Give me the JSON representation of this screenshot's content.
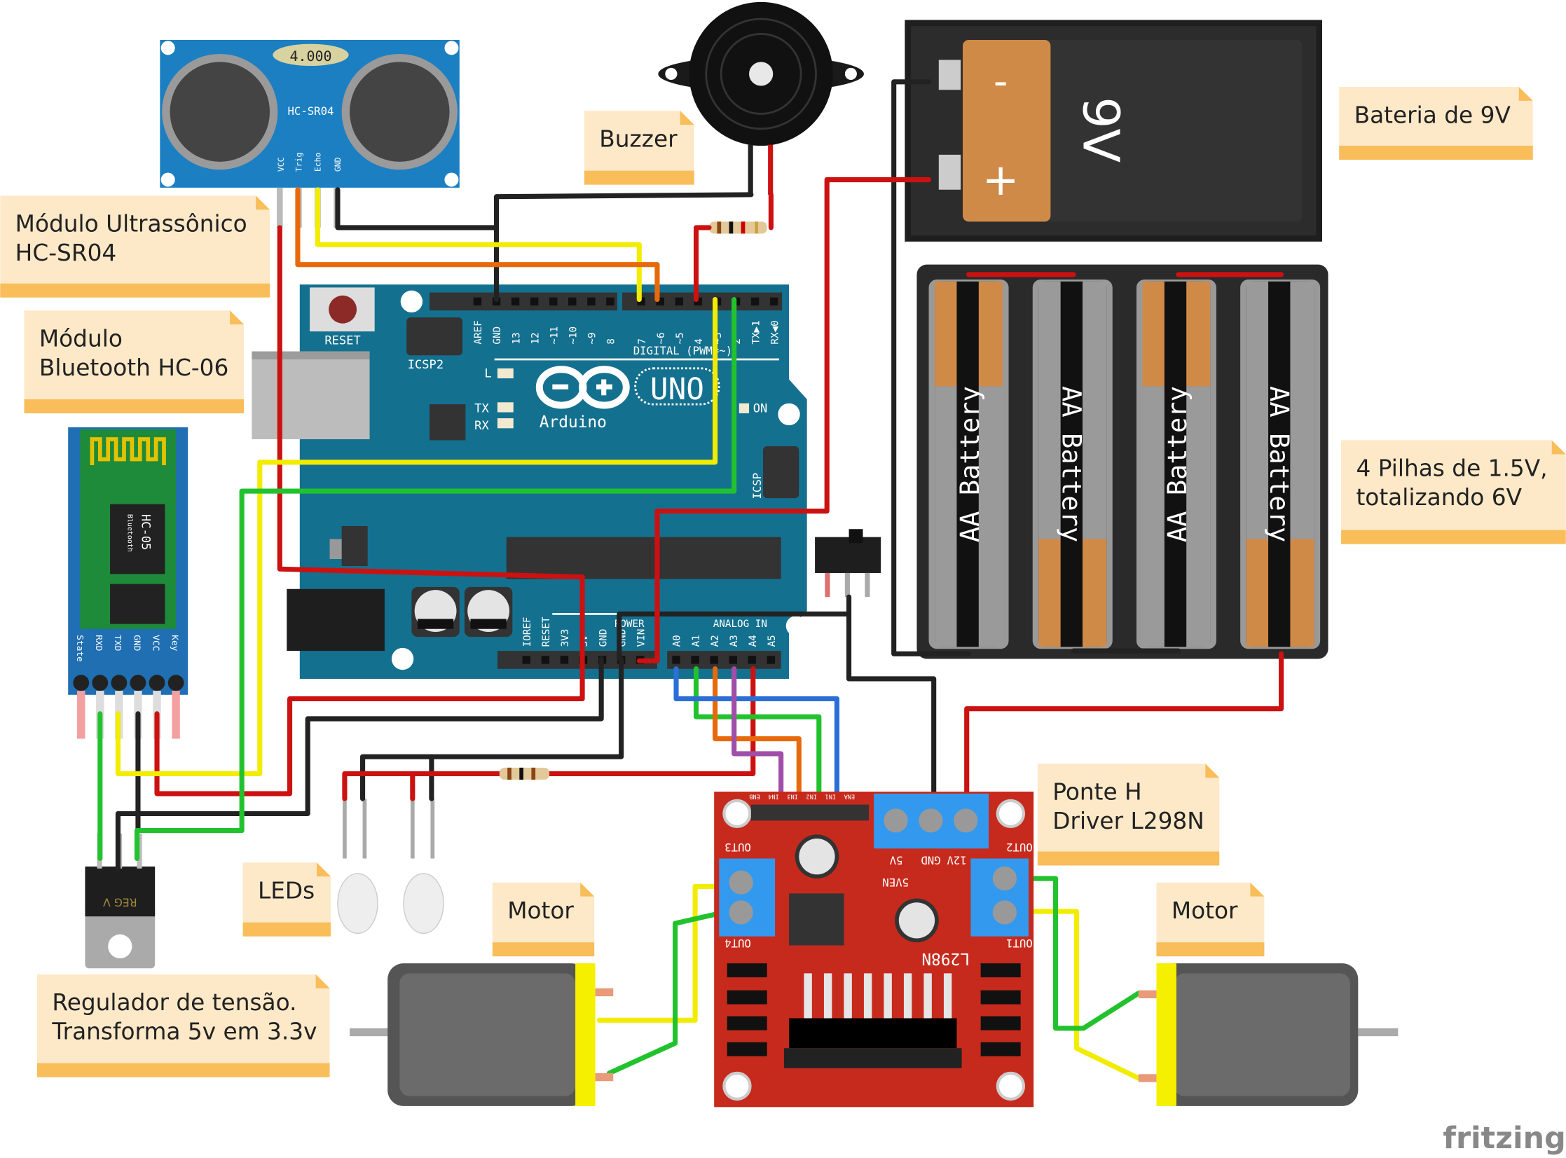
{
  "notes": {
    "ultrasonic": [
      "Módulo Ultrassônico",
      "HC-SR04"
    ],
    "bluetooth": [
      "Módulo",
      "Bluetooth HC-06"
    ],
    "buzzer": "Buzzer",
    "battery9v": "Bateria de 9V",
    "aa_pack": [
      "4 Pilhas de 1.5V,",
      "totalizando 6V"
    ],
    "hbridge": [
      "Ponte H",
      "Driver L298N"
    ],
    "leds": "LEDs",
    "motor_left": "Motor",
    "motor_right": "Motor",
    "regulator": [
      "Regulador de tensão.",
      "Transforma 5v em 3.3v"
    ]
  },
  "components": {
    "hcsr04": {
      "label": "HC-SR04",
      "crystal": "4.000",
      "pins": [
        "VCC",
        "Trig",
        "Echo",
        "GND"
      ]
    },
    "hc05": {
      "label": "HC-05",
      "sublabel": "Bluetooth",
      "pins": [
        "State",
        "RXD",
        "TXD",
        "GND",
        "VCC",
        "Key"
      ]
    },
    "regulator": {
      "label": "REG V"
    },
    "arduino": {
      "brand": "Arduino",
      "model": "UNO",
      "reset": "RESET",
      "icsp2": "ICSP2",
      "icsp": "ICSP",
      "digital": "DIGITAL (PWM=~)",
      "power": "POWER",
      "analog": "ANALOG IN",
      "on": "ON",
      "led_l": "L",
      "led_tx": "TX",
      "led_rx": "RX",
      "digital_pins": [
        "AREF",
        "GND",
        "13",
        "12",
        "~11",
        "~10",
        "~9",
        "8",
        "7",
        "~6",
        "~5",
        "4",
        "~3",
        "2",
        "TX▶1",
        "RX◀0"
      ],
      "power_pins": [
        "IOREF",
        "RESET",
        "3V3",
        "5V",
        "GND",
        "GND",
        "VIN"
      ],
      "analog_pins": [
        "A0",
        "A1",
        "A2",
        "A3",
        "A4",
        "A5"
      ]
    },
    "battery9v": {
      "label": "9V",
      "minus": "-",
      "plus": "+"
    },
    "aa_cells": [
      {
        "label": "AA Battery",
        "orientation": "up"
      },
      {
        "label": "AA Battery",
        "orientation": "down"
      },
      {
        "label": "AA Battery",
        "orientation": "up"
      },
      {
        "label": "AA Battery",
        "orientation": "down"
      }
    ],
    "l298n": {
      "chip": "L298N",
      "out1": "OUT1",
      "out2": "OUT2",
      "out3": "OUT3",
      "out4": "OUT4",
      "power_labels": [
        "12V",
        "GND",
        "5V"
      ],
      "header": [
        "ENA",
        "IN1",
        "IN2",
        "IN3",
        "IN4",
        "ENB"
      ],
      "jumper": "5VEN",
      "v5": "5V"
    }
  },
  "logo": "fritzing",
  "colors": {
    "arduino": "#14708f",
    "l298n": "#c62a1d",
    "terminal": "#3399ee",
    "note_fill": "#fde9c8",
    "note_bar": "#f9bd5a",
    "hcsr04": "#1c7fc2",
    "hc05": "#1e8b3a",
    "wire_red": "#cc1111",
    "wire_black": "#222222",
    "wire_yellow": "#f2ec00",
    "wire_green": "#22c22e",
    "wire_orange": "#e8690b",
    "wire_blue": "#2a6fd6",
    "wire_purple": "#a04ea8"
  }
}
